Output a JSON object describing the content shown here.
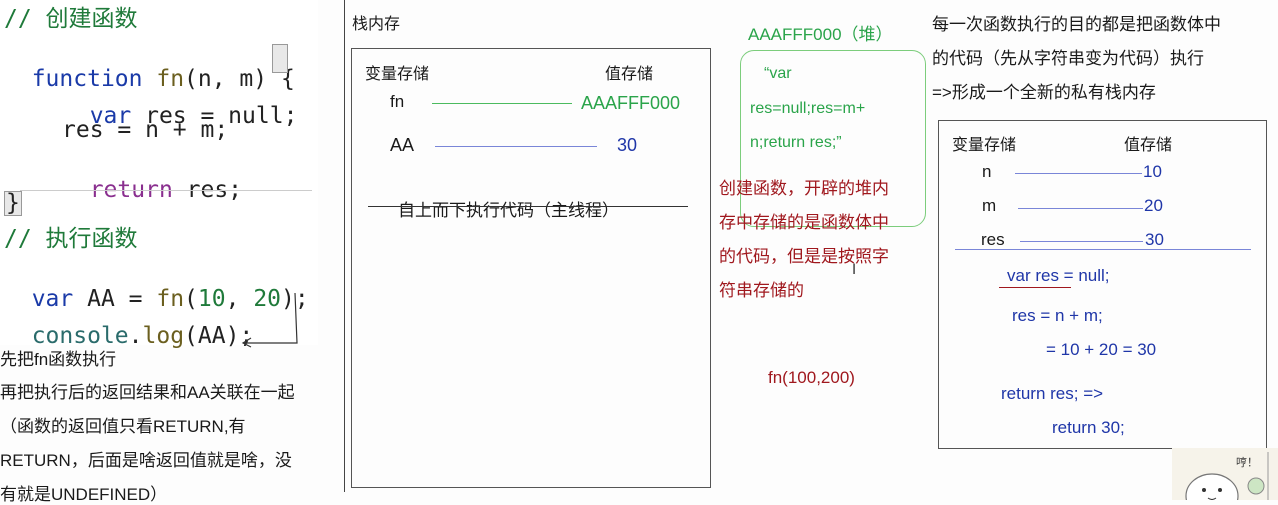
{
  "code": {
    "comment_create": "// 创建函数",
    "line_fn_keyword": "function",
    "line_fn_name": "fn",
    "line_fn_params": "(n, m) {",
    "line_var_kw": "var",
    "line_var_rest": " res = null;",
    "line_res_assign": "res = n + m;",
    "line_return_kw": "return",
    "line_return_rest": " res;",
    "close_brace": "}",
    "comment_exec": "// 执行函数",
    "call_var": "var",
    "call_name": " AA = ",
    "call_fn": "fn",
    "call_args_open": "(",
    "call_arg1": "10",
    "call_comma": ", ",
    "call_arg2": "20",
    "call_close": ");",
    "console_obj": "console",
    "console_dot": ".",
    "console_fn": "log",
    "console_args": "(AA);"
  },
  "notes_left": {
    "line1": "先把fn函数执行",
    "line2": "再把执行后的返回结果和AA关联在一起",
    "line3": "（函数的返回值只看RETURN,有",
    "line4": "RETURN，后面是啥返回值就是啥，没",
    "line5": "有就是UNDEFINED）"
  },
  "stack": {
    "title": "栈内存",
    "col_var": "变量存储",
    "col_val": "值存储",
    "row1_var": "fn",
    "row1_val": "AAAFFF000",
    "row2_var": "AA",
    "row2_val": "30",
    "main_thread": "自上而下执行代码（主线程）"
  },
  "heap": {
    "title": "AAAFFF000（堆）",
    "content_line1": "“var",
    "content_line2": "res=null;res=m+",
    "content_line3": "n;return res;”",
    "desc_line1": "创建函数，开辟的堆内",
    "desc_line2": "存中存储的是函数体中",
    "desc_line3": "的代码，但是是按照字",
    "desc_line4": "符串存储的",
    "call_example": "fn(100,200)"
  },
  "right": {
    "desc_line1": "每一次函数执行的目的都是把函数体中",
    "desc_line2": "的代码（先从字符串变为代码）执行",
    "desc_line3": "=>形成一个全新的私有栈内存",
    "col_var": "变量存储",
    "col_val": "值存储",
    "n_var": "n",
    "n_val": "10",
    "m_var": "m",
    "m_val": "20",
    "res_var": "res",
    "res_val": "30",
    "step1": "var res = null;",
    "step2": "res = n + m;",
    "step3": "= 10 + 20 = 30",
    "step4": "return res;  =>",
    "step5": "return 30;"
  },
  "mascot": {
    "speech": "哼！"
  },
  "colors": {
    "blue_text": "#1f36a8",
    "green_text": "#2aa44a",
    "red_text": "#a0181e",
    "line_blue": "#7a86d8",
    "line_green": "#4bbb5f",
    "heap_border": "#7ccd7c"
  }
}
